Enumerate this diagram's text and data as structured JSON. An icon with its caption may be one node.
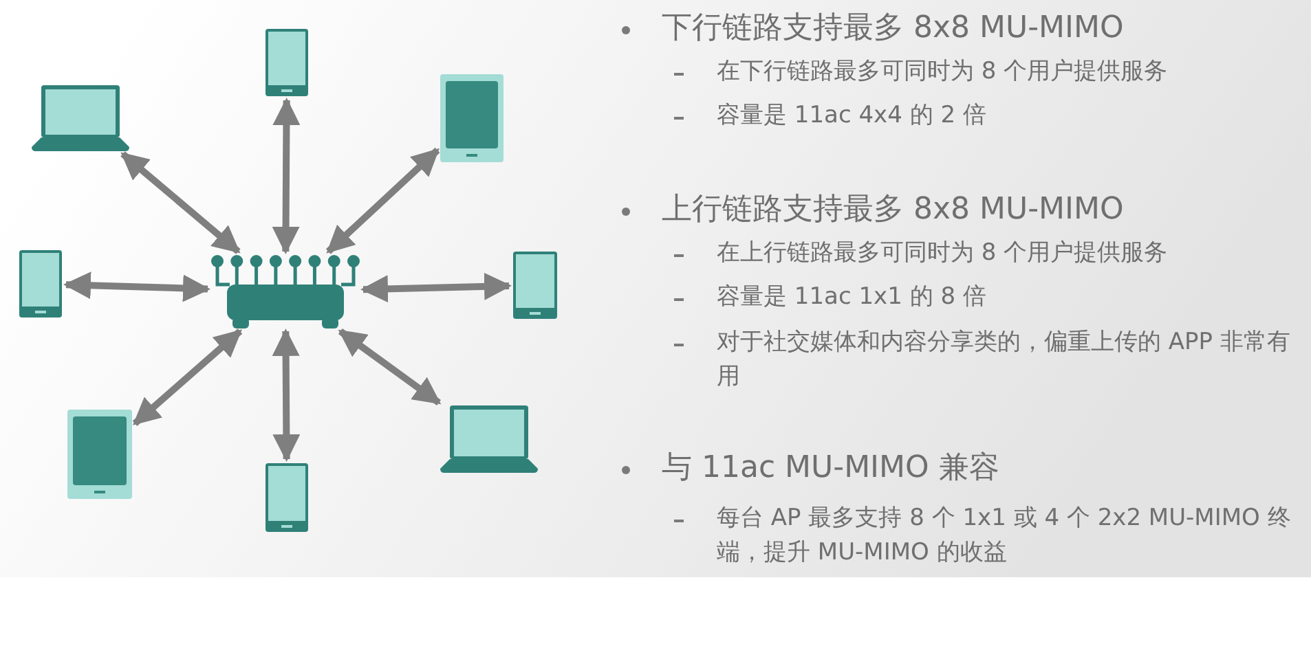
{
  "diagram": {
    "nodes": [
      {
        "text": [],
        "shape": "phone"
      },
      {
        "text": [],
        "shape": "laptop"
      },
      {
        "text": [],
        "shape": "tablet"
      },
      {
        "text": [],
        "shape": "phone"
      },
      {
        "text": [],
        "shape": "router"
      },
      {
        "text": [],
        "shape": "phone"
      },
      {
        "text": [],
        "shape": "tablet"
      },
      {
        "text": [],
        "shape": "laptop"
      },
      {
        "text": [],
        "shape": "phone"
      }
    ],
    "edges": [
      {
        "from": 4,
        "to": 0,
        "arrow": "both"
      },
      {
        "from": 4,
        "to": 1,
        "arrow": "both"
      },
      {
        "from": 4,
        "to": 2,
        "arrow": "both"
      },
      {
        "from": 4,
        "to": 3,
        "arrow": "both"
      },
      {
        "from": 4,
        "to": 5,
        "arrow": "both"
      },
      {
        "from": 4,
        "to": 6,
        "arrow": "both"
      },
      {
        "from": 4,
        "to": 7,
        "arrow": "both"
      },
      {
        "from": 4,
        "to": 8,
        "arrow": "both"
      }
    ],
    "labels": [
      "下行链路支持最多 8x8 MU-MIMO",
      "在下行链路最多可同时为 8 个用户提供服务",
      "容量是 11ac 4x4 的 2 倍",
      "上行链路支持最多 8x8 MU-MIMO",
      "在上行链路最多可同时为 8 个用户提供服务",
      "容量是 11ac 1x1 的 8 倍",
      "对于社交媒体和内容分享类的，偏重上传的 APP 非常有用",
      "与 11ac MU-MIMO 兼容",
      "每台 AP 最多支持 8 个 1x1 或 4 个 2x2 MU-MIMO 终端，提升 MU-MIMO 的收益"
    ]
  }
}
